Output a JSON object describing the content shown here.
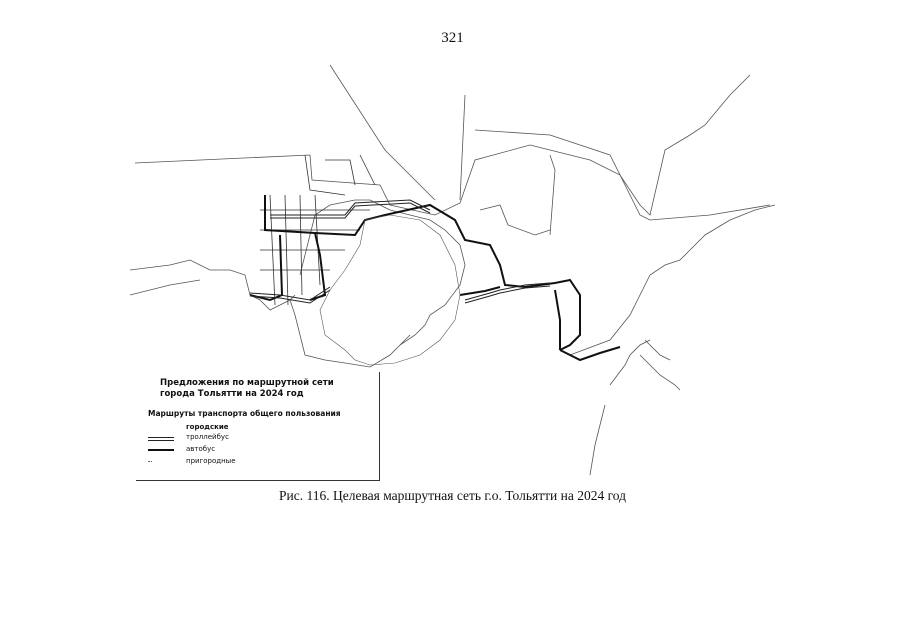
{
  "page": {
    "number": "321"
  },
  "legend": {
    "title": "Предложения по маршрутной сети города Тольятти на 2024 год",
    "subtitle": "Маршруты транспорта общего пользования",
    "category_city": "городские",
    "trolleybus": "троллейбус",
    "bus": "автобус",
    "category_suburban": "пригородные"
  },
  "caption": {
    "text": "Рис. 116. Целевая маршрутная сеть г.о. Тольятти на 2024 год"
  }
}
